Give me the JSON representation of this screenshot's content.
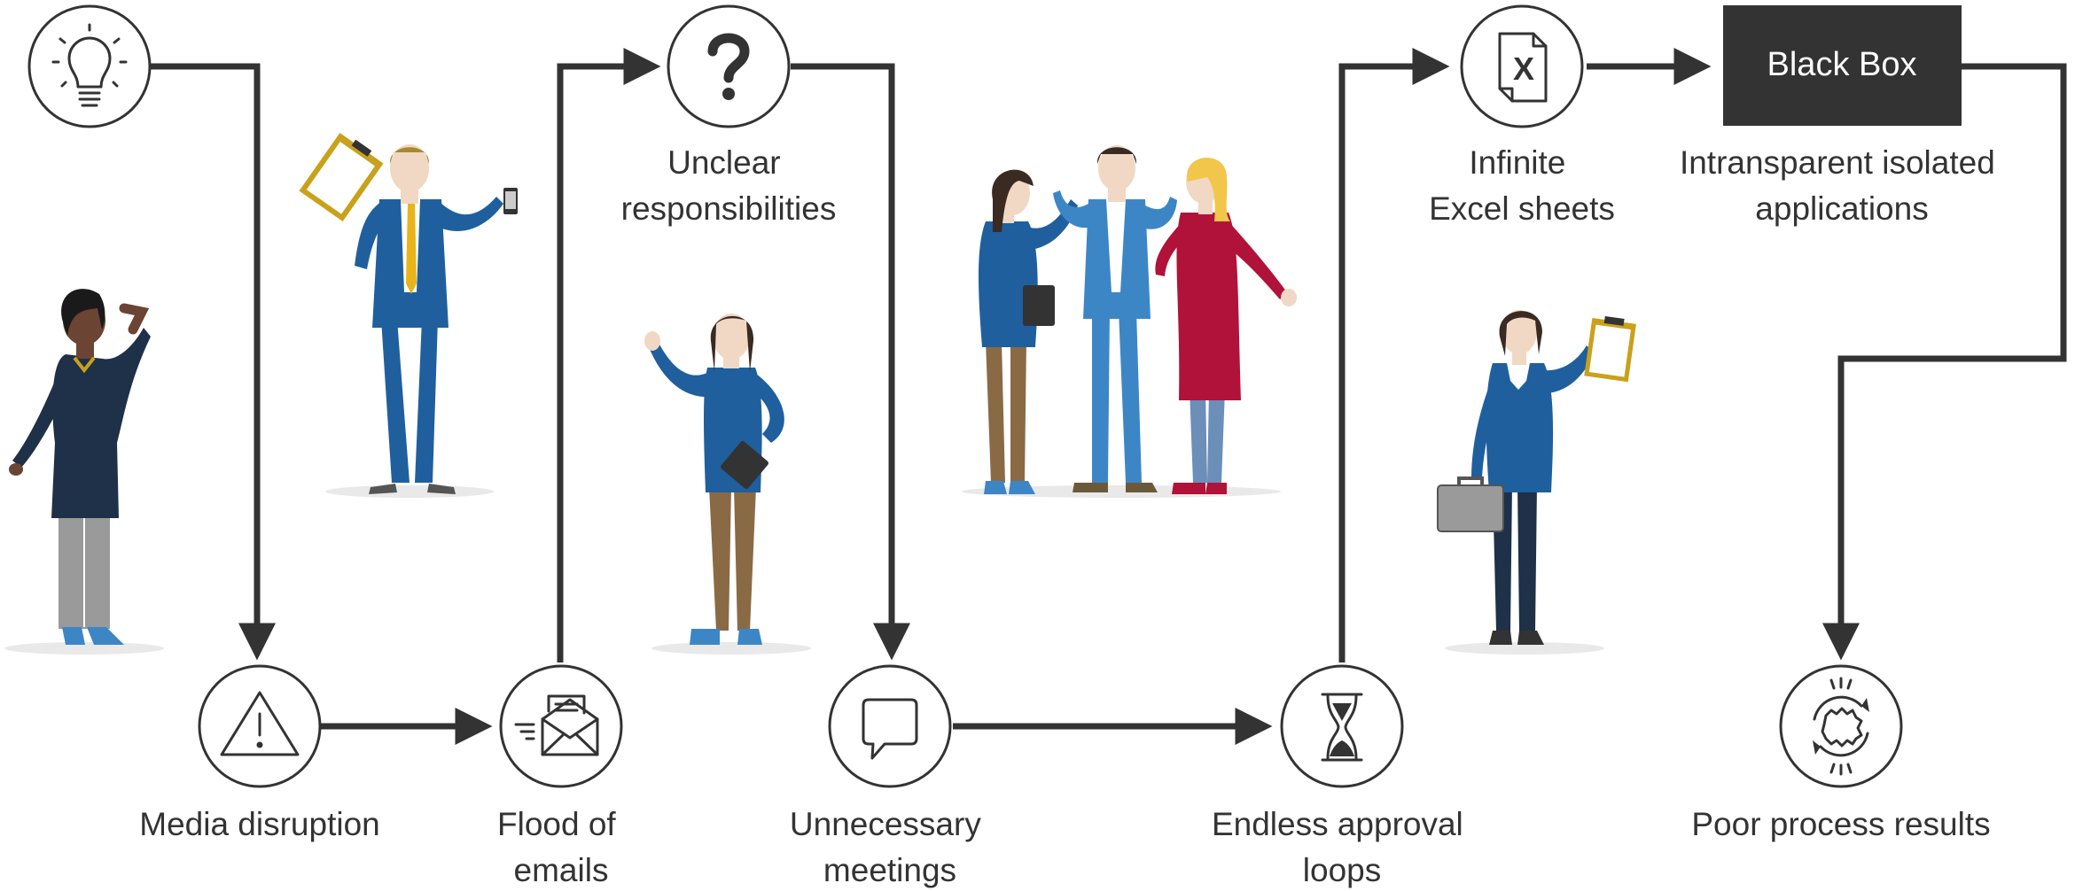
{
  "colors": {
    "stroke": "#333333",
    "black_box": "#333333",
    "suit_blue": "#1f5f9e",
    "light_blue": "#3d86c6",
    "tie_yellow": "#e8b41a",
    "dress_red": "#b0123a",
    "dark_navy": "#1f3049",
    "brown": "#8a6a45",
    "grey": "#9a9a9a"
  },
  "steps": [
    {
      "id": "idea",
      "icon": "lightbulb-icon",
      "label": []
    },
    {
      "id": "media",
      "icon": "warning-icon",
      "label": [
        "Media disruption"
      ]
    },
    {
      "id": "emails",
      "icon": "envelope-icon",
      "label": [
        "Flood of",
        "emails"
      ]
    },
    {
      "id": "responsibilities",
      "icon": "question-mark-icon",
      "label": [
        "Unclear",
        "responsibilities"
      ]
    },
    {
      "id": "meetings",
      "icon": "speech-bubble-icon",
      "label": [
        "Unnecessary",
        "meetings"
      ]
    },
    {
      "id": "approval",
      "icon": "hourglass-icon",
      "label": [
        "Endless approval",
        "loops"
      ]
    },
    {
      "id": "excel",
      "icon": "excel-sheet-icon",
      "label": [
        "Infinite",
        "Excel sheets"
      ]
    },
    {
      "id": "blackbox",
      "icon": "",
      "title": "Black Box",
      "label": [
        "Intransparent isolated",
        "applications"
      ]
    },
    {
      "id": "results",
      "icon": "gears-icon",
      "label": [
        "Poor process results"
      ]
    }
  ]
}
